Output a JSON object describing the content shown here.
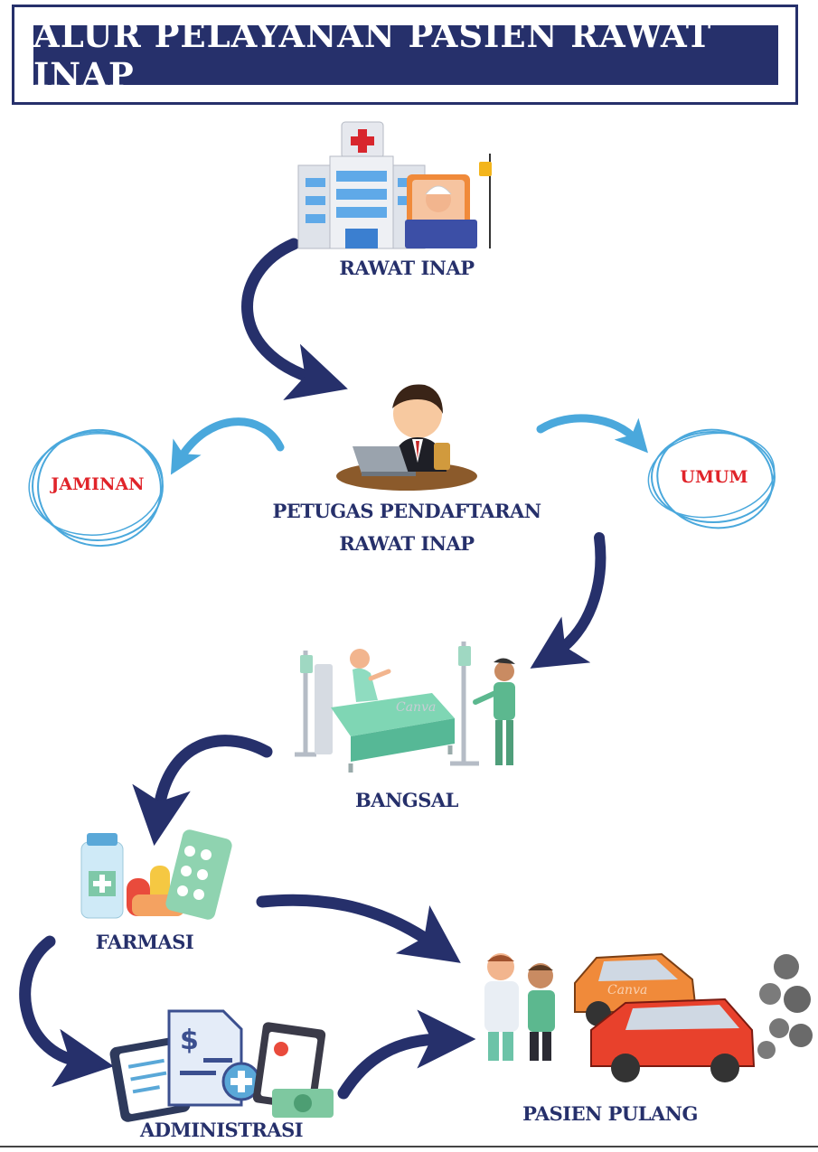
{
  "title": "ALUR PELAYANAN PASIEN RAWAT INAP",
  "nodes": {
    "rawat_inap": "RAWAT INAP",
    "petugas_line1": "PETUGAS PENDAFTARAN",
    "petugas_line2": "RAWAT INAP",
    "jaminan": "JAMINAN",
    "umum": "UMUM",
    "bangsal": "BANGSAL",
    "farmasi": "FARMASI",
    "administrasi": "ADMINISTRASI",
    "pasien_pulang": "PASIEN PULANG"
  },
  "watermark": "Canva",
  "colors": {
    "navy": "#26306b",
    "light_blue": "#4aa8dc",
    "red_text": "#e0242a"
  },
  "icons": [
    "hospital-icon",
    "registration-officer-icon",
    "hospital-bed-icon",
    "medicine-icon",
    "document-icon",
    "doctors-icon",
    "car-icon"
  ]
}
